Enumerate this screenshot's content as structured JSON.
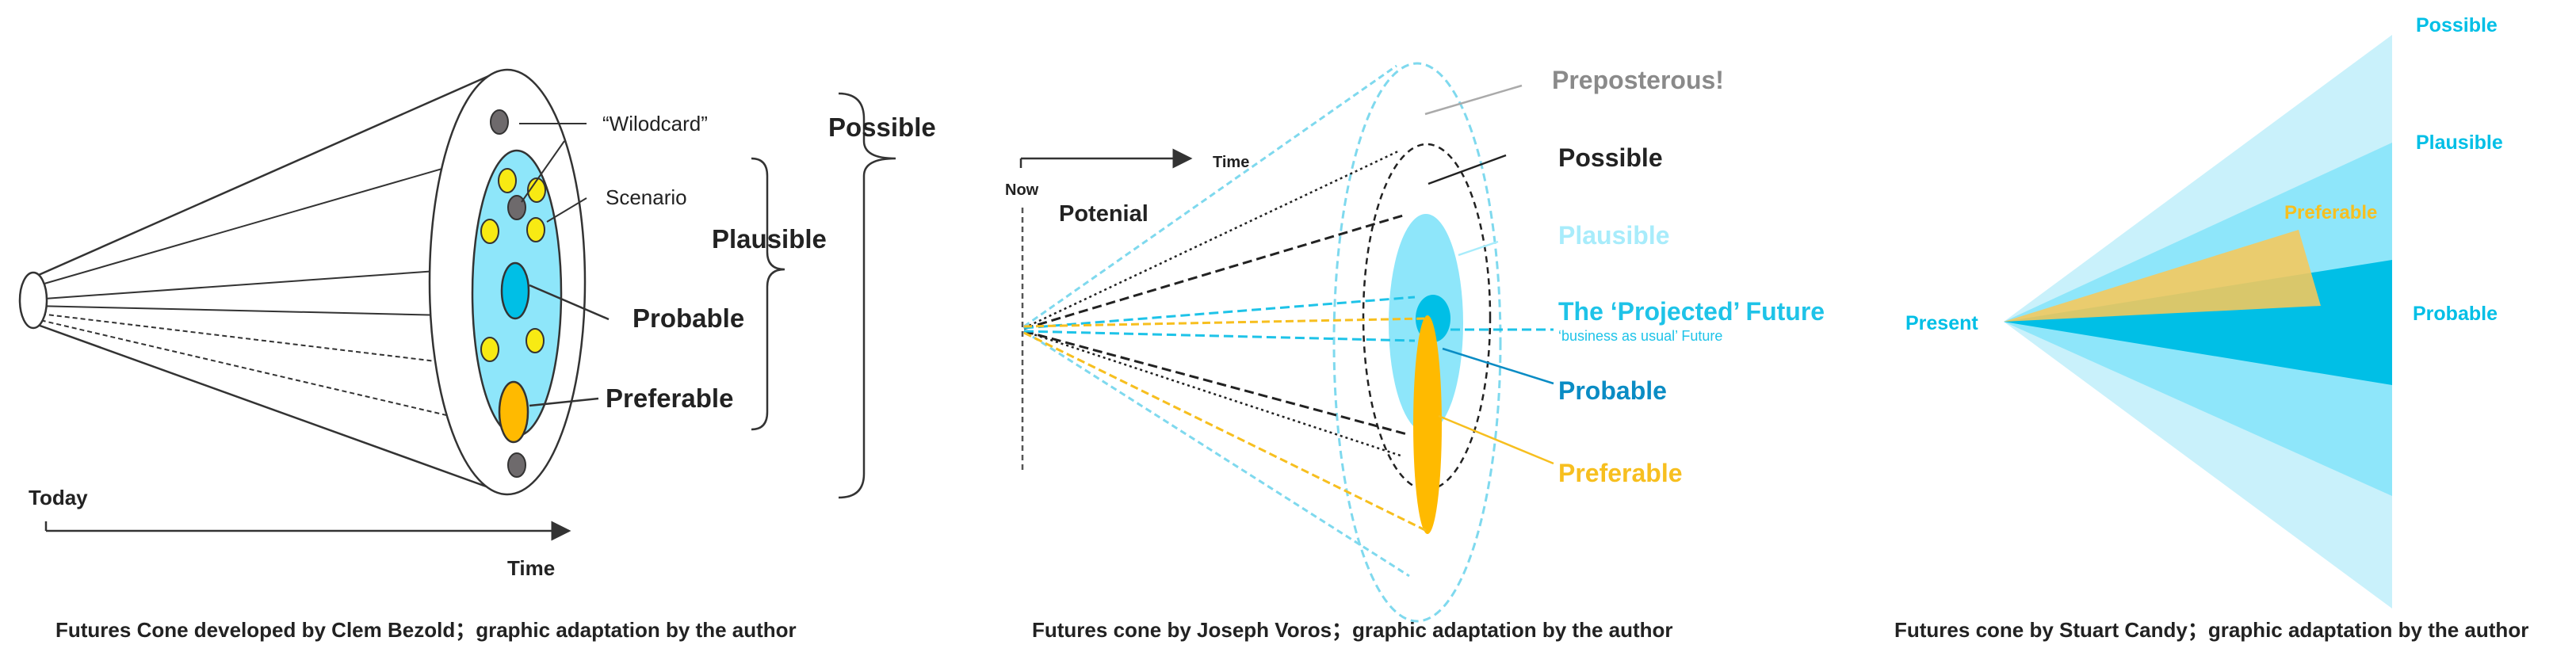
{
  "panel1": {
    "caption": "Futures Cone developed by Clem Bezold；graphic adaptation by the author",
    "labels": {
      "wildcard": "“Wilodcard”",
      "scenario": "Scenario",
      "probable": "Probable",
      "preferable": "Preferable",
      "plausible": "Plausible",
      "possible": "Possible",
      "today": "Today",
      "time": "Time"
    }
  },
  "panel2": {
    "caption": "Futures cone by Joseph Voros；graphic adaptation by the author",
    "labels": {
      "time": "Time",
      "now": "Now",
      "potenial": "Potenial",
      "preposterous": "Preposterous!",
      "possible": "Possible",
      "plausible": "Plausible",
      "projected": "The ‘Projected’ Future",
      "projected_sub": "‘business as usual’ Future",
      "probable": "Probable",
      "preferable": "Preferable"
    }
  },
  "panel3": {
    "caption": "Futures cone by Stuart Candy；graphic adaptation by the author",
    "labels": {
      "present": "Present",
      "possible": "Possible",
      "plausible": "Plausible",
      "preferable": "Preferable",
      "probable": "Probable"
    }
  },
  "colors": {
    "cyan_light": "#c9f1fb",
    "cyan_mid": "#8ee6fa",
    "cyan_deep": "#00bfe6",
    "cyan_text": "#1ec3e8",
    "cyan_pale_text": "#a8ecfb",
    "blue_dark": "#0a8cc4",
    "orange": "#ffba00",
    "gold": "#f7bf1f",
    "gray_dot": "#6e6a6c",
    "yellow_dot": "#f8ea13",
    "dark": "#222222",
    "gray_text": "#8a8a8a"
  }
}
